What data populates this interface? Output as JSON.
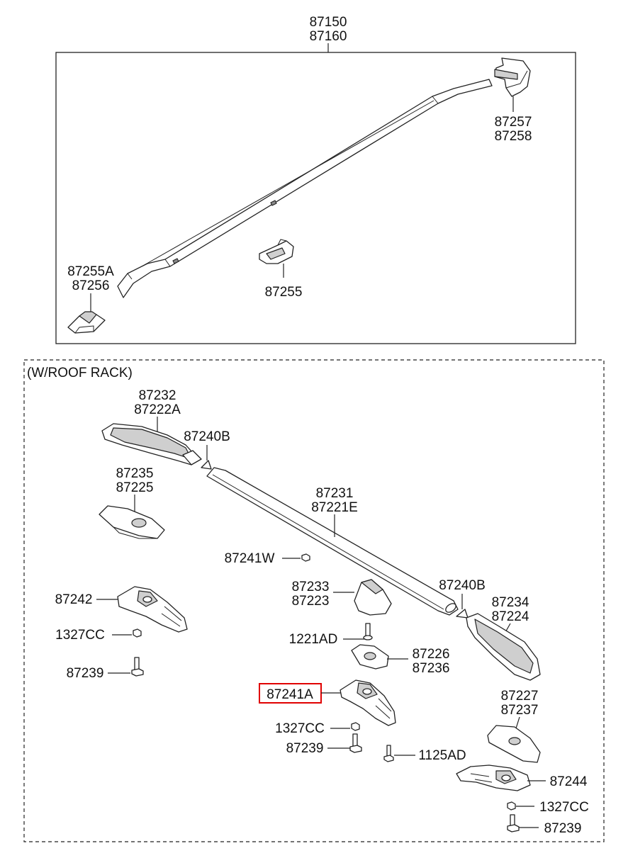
{
  "upper_group": {
    "label_top_1": "87150",
    "label_top_2": "87160",
    "label_end_cap_1": "87257",
    "label_end_cap_2": "87258",
    "label_front_clip_1": "87255A",
    "label_front_clip_2": "87256",
    "label_mid_clip": "87255"
  },
  "roof_rack_group": {
    "title": "(W/ROOF RACK)",
    "labels": {
      "front_cover_1": "87232",
      "front_cover_2": "87222A",
      "spacer_front": "87240B",
      "front_pad_1": "87235",
      "front_pad_2": "87225",
      "rail_1": "87231",
      "rail_2": "87221E",
      "nut": "87241W",
      "mid_cover_1": "87233",
      "mid_cover_2": "87223",
      "spacer_rear": "87240B",
      "rear_cover_1": "87234",
      "rear_cover_2": "87224",
      "bracket_front": "87242",
      "nut_front": "1327CC",
      "bolt_front": "87239",
      "screw_mid": "1221AD",
      "mid_pad_1": "87226",
      "mid_pad_2": "87236",
      "bracket_mid_highlighted": "87241A",
      "nut_mid": "1327CC",
      "bolt_mid": "87239",
      "screw_mid_bracket": "1125AD",
      "rear_pad_1": "87227",
      "rear_pad_2": "87237",
      "bracket_rear": "87244",
      "nut_rear": "1327CC",
      "bolt_rear": "87239"
    }
  },
  "colors": {
    "line": "#222222",
    "highlight_box": "#e00000",
    "background": "#ffffff"
  }
}
